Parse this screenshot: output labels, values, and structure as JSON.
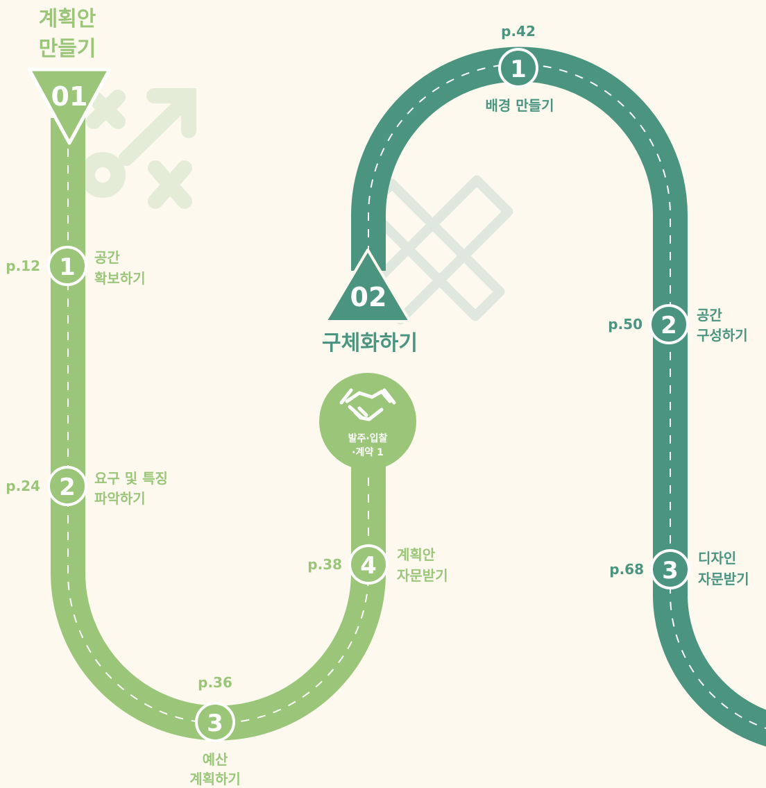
{
  "colors": {
    "background": "#fdf9ef",
    "light_green": "#9bc67a",
    "dark_green": "#4b9580",
    "faint_green": "#e4ecd7",
    "faint_teal": "#dfe7df",
    "white": "#ffffff"
  },
  "phase1": {
    "title_line1": "계획안",
    "title_line2": "만들기",
    "number": "01",
    "icon": "strategy-arrow-icon",
    "steps": [
      {
        "num": "1",
        "page": "p.12",
        "label_line1": "공간",
        "label_line2": "확보하기"
      },
      {
        "num": "2",
        "page": "p.24",
        "label_line1": "요구 및 특징",
        "label_line2": "파악하기"
      },
      {
        "num": "3",
        "page": "p.36",
        "label_line1": "예산",
        "label_line2": "계획하기"
      },
      {
        "num": "4",
        "page": "p.38",
        "label_line1": "계획안",
        "label_line2": "자문받기"
      }
    ],
    "milestone": {
      "icon": "handshake-icon",
      "label_line1": "발주·입찰",
      "label_line2": "·계약 1"
    }
  },
  "phase2": {
    "title": "구체화하기",
    "number": "02",
    "icon": "ruler-pencil-icon",
    "steps": [
      {
        "num": "1",
        "page": "p.42",
        "label_line1": "배경 만들기"
      },
      {
        "num": "2",
        "page": "p.50",
        "label_line1": "공간",
        "label_line2": "구성하기"
      },
      {
        "num": "3",
        "page": "p.68",
        "label_line1": "디자인",
        "label_line2": "자문받기"
      }
    ]
  }
}
